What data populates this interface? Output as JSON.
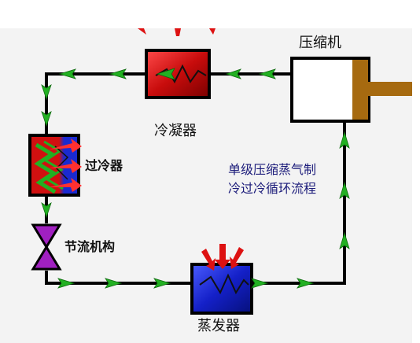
{
  "labels": {
    "condenser": "冷凝器",
    "compressor": "压缩机",
    "subcooler": "过冷器",
    "throttle": "节流机构",
    "evaporator": "蒸发器"
  },
  "title": {
    "line1": "单级压缩蒸气制",
    "line2": "冷过冷循环流程"
  },
  "colors": {
    "pipe": "#000000",
    "flow_arrow": "#22b022",
    "condenser_fill": "#cc1111",
    "evaporator_fill": "#1122cc",
    "heat_arrow": "#dd1111",
    "piston_rod": "#a66a10",
    "valve": "#a020c0",
    "panel": "#f3f3f3"
  }
}
